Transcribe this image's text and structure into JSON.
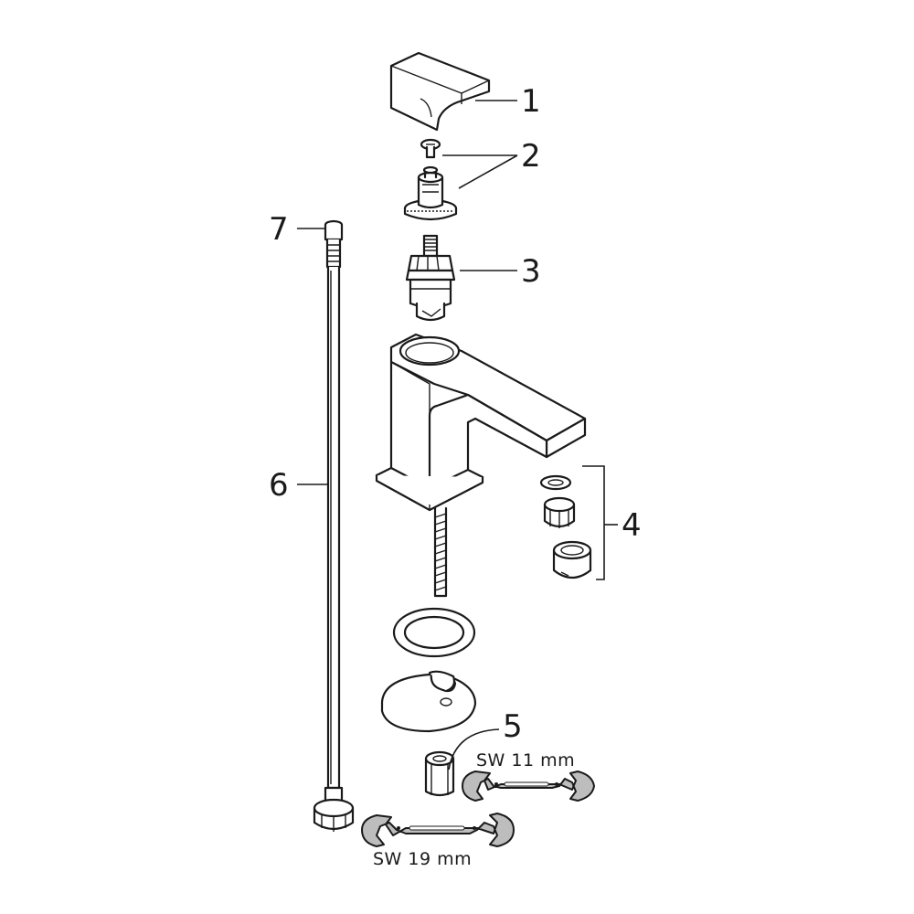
{
  "callouts": {
    "c1": "1",
    "c2": "2",
    "c3": "3",
    "c4": "4",
    "c5": "5",
    "c6": "6",
    "c7": "7"
  },
  "wrenches": {
    "small": "SW 11 mm",
    "large": "SW 19 mm"
  }
}
